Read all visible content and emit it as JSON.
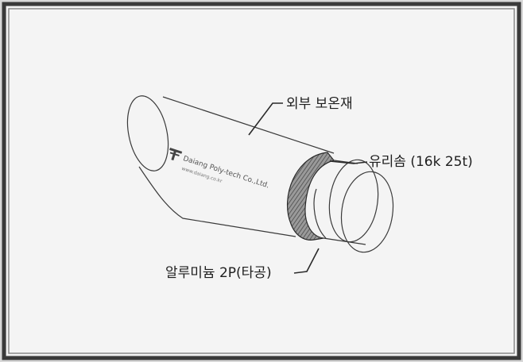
{
  "callouts": {
    "outer_insulation": "외부 보온재",
    "glass_wool": "유리솜 (16k 25t)",
    "aluminum_foil": "알루미늄 2P(타공)"
  },
  "brand": {
    "name": "Daiang Poly-tech Co.,Ltd.",
    "website": "www.daiang.co.kr"
  },
  "colors": {
    "frame": "#3a3a3a",
    "background": "#f4f4f4",
    "ink": "#1e1e1e"
  }
}
